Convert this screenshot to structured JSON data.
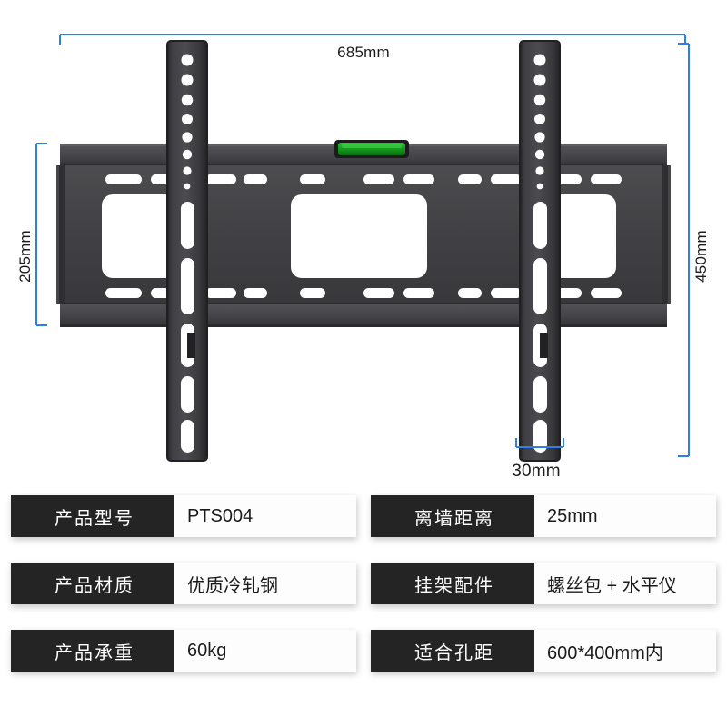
{
  "product_image": {
    "alt": "TV wall mount bracket front view",
    "colors": {
      "metal_dark": "#3a3a3c",
      "metal_mid": "#4a4a4d",
      "metal_edge": "#2a2a2c",
      "metal_light": "#56565a",
      "level_green": "#1f9d28",
      "level_green_dark": "#0d6b16",
      "cutout": "#ffffff",
      "background": "#ffffff"
    },
    "parts": {
      "level_vial": "bubble-level",
      "left_rail": "vertical-mounting-rail-left",
      "right_rail": "vertical-mounting-rail-right",
      "wall_plate": "horizontal-wall-plate"
    }
  },
  "dimensions": {
    "accent_color": "#2d7ff0",
    "top": {
      "label": "685mm",
      "name": "overall-width"
    },
    "left": {
      "label": "205mm",
      "name": "plate-height"
    },
    "right": {
      "label": "450mm",
      "name": "overall-height"
    },
    "bottom": {
      "label": "30mm",
      "name": "rail-width"
    }
  },
  "specs": {
    "rows": [
      {
        "key": "产品型号",
        "value": "PTS004",
        "name": "model"
      },
      {
        "key": "离墙距离",
        "value": "25mm",
        "name": "wall-distance"
      },
      {
        "key": "产品材质",
        "value": "优质冷轧钢",
        "name": "material"
      },
      {
        "key": "挂架配件",
        "value": "螺丝包 + 水平仪",
        "name": "accessories"
      },
      {
        "key": "产品承重",
        "value": "60kg",
        "name": "load-capacity"
      },
      {
        "key": "适合孔距",
        "value": "600*400mm内",
        "name": "vesa-pattern"
      }
    ]
  }
}
